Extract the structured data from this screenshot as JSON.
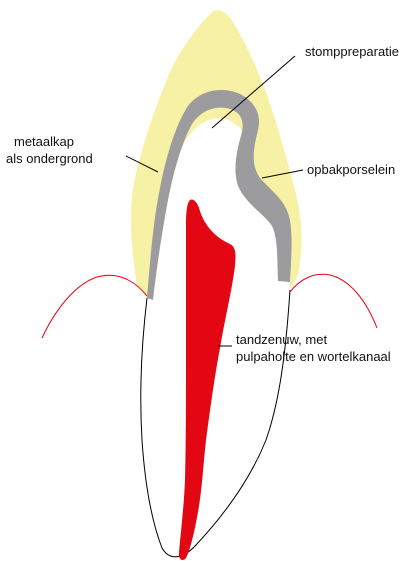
{
  "labels": {
    "stump": "stomppreparatie",
    "metal_cap_line1": "metaalkap",
    "metal_cap_line2": "als ondergrond",
    "porcelain": "opbakporselein",
    "nerve_line1": "tandzenuw, met",
    "nerve_line2": "pulpaholte en wortelkanaal"
  },
  "colors": {
    "porcelain": "#f7f1a6",
    "metal_cap": "#9c9c9e",
    "nerve": "#e30613",
    "gum": "#e30613",
    "outline": "#000000",
    "background": "#ffffff"
  }
}
